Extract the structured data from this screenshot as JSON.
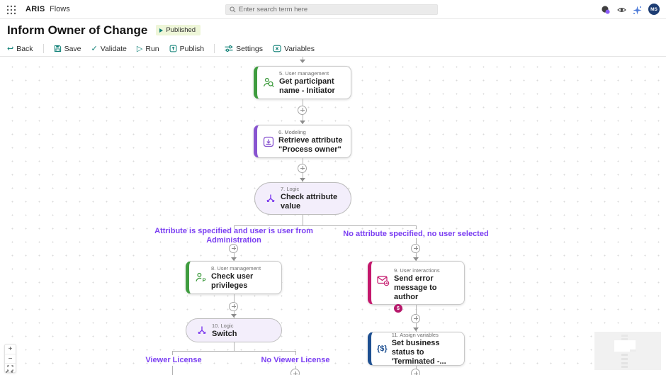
{
  "header": {
    "brand": "ARIS",
    "product": "Flows",
    "search_placeholder": "Enter search term here",
    "avatar_initials": "MS"
  },
  "page": {
    "title": "Inform Owner of Change",
    "status": "Published"
  },
  "toolbar": {
    "back": "Back",
    "save": "Save",
    "validate": "Validate",
    "run": "Run",
    "publish": "Publish",
    "settings": "Settings",
    "variables": "Variables"
  },
  "canvas": {
    "nodes": [
      {
        "category": "5. User management",
        "title": "Get participant name - Initiator",
        "accent": "#3f9c3f"
      },
      {
        "category": "6. Modeling",
        "title": "Retrieve attribute \"Process owner\"",
        "accent": "#8854d0"
      },
      {
        "category": "7. Logic",
        "title": "Check attribute value",
        "accent": "#7c3aed"
      },
      {
        "category": "8. User management",
        "title": "Check user privileges",
        "accent": "#3f9c3f"
      },
      {
        "category": "9. User interactions",
        "title": "Send error message to author",
        "accent": "#c4176c",
        "badge": "$"
      },
      {
        "category": "10. Logic",
        "title": "Switch",
        "accent": "#7c3aed"
      },
      {
        "category": "11. Assign variables",
        "title": "Set business status to 'Terminated -...",
        "accent": "#1d4f91",
        "icon_glyph": "{$}"
      }
    ],
    "branch_labels": {
      "left_top": "Attribute is specified and user is user from Administration",
      "right_top": "No attribute specified, no user selected",
      "left_bottom": "Viewer License",
      "right_bottom": "No Viewer License"
    },
    "zoom_controls": {
      "zoom_in": "+",
      "zoom_out": "−"
    }
  },
  "colors": {
    "toolbar_icon": "#0b7e74",
    "branch_label_text": "#7b3ff2",
    "pill_fill": "#f3eefb",
    "published_badge_bg": "#eef6d8",
    "node_green": "#3f9c3f",
    "node_purple": "#8854d0",
    "node_magenta": "#c4176c",
    "node_navy": "#1d4f91"
  }
}
